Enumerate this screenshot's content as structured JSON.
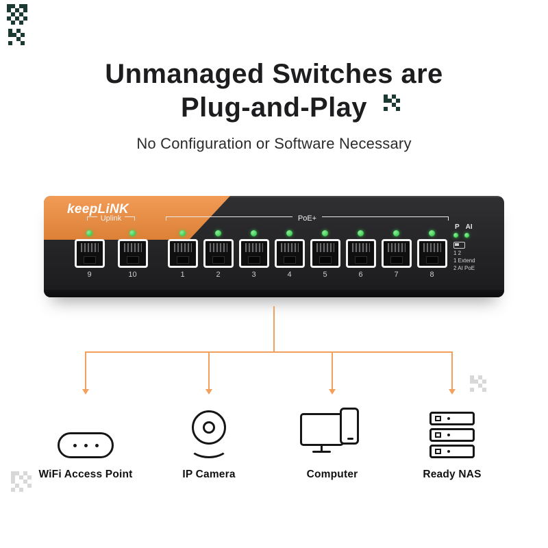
{
  "header": {
    "title_line1": "Unmanaged Switches are",
    "title_line2": "Plug-and-Play",
    "subtitle": "No Configuration or Software Necessary"
  },
  "switch_panel": {
    "brand": "keepLiNK",
    "uplink": {
      "label": "Uplink",
      "ports": [
        "9",
        "10"
      ]
    },
    "poe": {
      "label": "PoE+",
      "ports": [
        "1",
        "2",
        "3",
        "4",
        "5",
        "6",
        "7",
        "8"
      ]
    },
    "indicators": {
      "p_label": "P",
      "ai_label": "AI",
      "dip_label": "1 2",
      "legend_line1": "1 Extend",
      "legend_line2": "2 AI PoE"
    }
  },
  "devices": [
    {
      "name": "wifi-access-point",
      "label": "WiFi Access Point"
    },
    {
      "name": "ip-camera",
      "label": "IP Camera"
    },
    {
      "name": "computer",
      "label": "Computer"
    },
    {
      "name": "ready-nas",
      "label": "Ready NAS"
    }
  ],
  "colors": {
    "accent_orange": "#EF8B3B",
    "connector_orange": "#F2A05C",
    "led_green": "#3DCB51",
    "switch_body": "#242426"
  }
}
